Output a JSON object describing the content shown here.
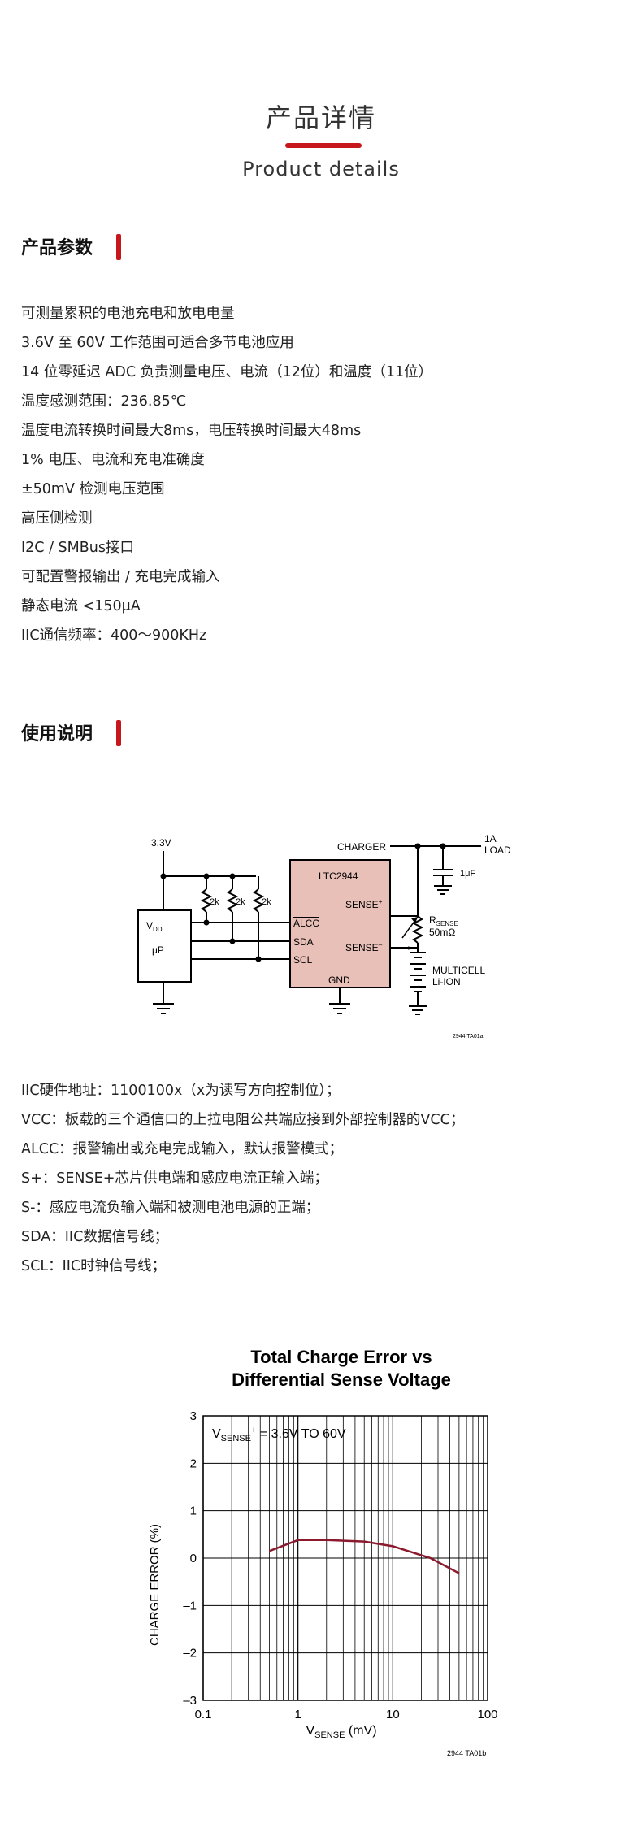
{
  "header": {
    "title_cn": "产品详情",
    "title_en": "Product details"
  },
  "params": {
    "heading": "产品参数",
    "lines": [
      "可测量累积的电池充电和放电电量",
      "3.6V 至 60V 工作范围可适合多节电池应用",
      "14 位零延迟 ADC 负责测量电压、电流（12位）和温度（11位）",
      "温度感测范围：236.85℃",
      "温度电流转换时间最大8ms，电压转换时间最大48ms",
      "1% 电压、电流和充电准确度",
      "±50mV 检测电压范围",
      "高压侧检测",
      "I2C / SMBus接口",
      "可配置警报输出 / 充电完成输入",
      "静态电流 <150μA",
      "IIC通信频率：400～900KHz"
    ]
  },
  "usage": {
    "heading": "使用说明",
    "lines": [
      "IIC硬件地址：1100100x（x为读写方向控制位）；",
      "VCC：板载的三个通信口的上拉电阻公共端应接到外部控制器的VCC；",
      "ALCC：报警输出或充电完成输入，默认报警模式；",
      "S+：SENSE+芯片供电端和感应电流正输入端；",
      "S-：感应电流负输入端和被测电池电源的正端；",
      "SDA：IIC数据信号线；",
      "SCL：IIC时钟信号线；"
    ]
  },
  "circuit": {
    "v33": "3.3V",
    "vdd_main": "V",
    "vdd_sub": "DD",
    "up": "μP",
    "r1": "2k",
    "r2": "2k",
    "r3": "2k",
    "chip": "LTC2944",
    "pin_alcc": "ALCC",
    "pin_sda": "SDA",
    "pin_scl": "SCL",
    "pin_senseplus": "SENSE",
    "pin_senseplus_sup": "+",
    "pin_senseminus": "SENSE",
    "pin_senseminus_sup": "–",
    "pin_gnd": "GND",
    "charger": "CHARGER",
    "load_1": "1A",
    "load_2": "LOAD",
    "cap": "1μF",
    "rsense_main": "R",
    "rsense_sub": "SENSE",
    "rsense_val": "50mΩ",
    "battery_1": "MULTICELL",
    "battery_2": "Li-ION",
    "plus": "+",
    "fig_id": "2944 TA01a"
  },
  "chart_data": {
    "type": "line",
    "title_line1": "Total Charge Error vs",
    "title_line2": "Differential Sense Voltage",
    "xlabel_main": "V",
    "xlabel_sub": "SENSE",
    "xlabel_unit": " (mV)",
    "ylabel": "CHARGE ERROR (%)",
    "annotation_main": "V",
    "annotation_sub": "SENSE",
    "annotation_sup": "+",
    "annotation_rest": " = 3.6V TO 60V",
    "x_scale": "log",
    "xlim": [
      0.1,
      100
    ],
    "ylim": [
      -3,
      3
    ],
    "x_ticks": [
      0.1,
      1,
      10,
      100
    ],
    "x_tick_labels": [
      "0.1",
      "1",
      "10",
      "100"
    ],
    "y_ticks": [
      -3,
      -2,
      -1,
      0,
      1,
      2,
      3
    ],
    "y_tick_labels": [
      "–3",
      "–2",
      "–1",
      "0",
      "1",
      "2",
      "3"
    ],
    "grid": true,
    "series": [
      {
        "color": "#8b1a2e",
        "x": [
          0.5,
          1,
          2,
          5,
          10,
          25,
          50
        ],
        "y": [
          0.15,
          0.38,
          0.38,
          0.35,
          0.25,
          0.0,
          -0.32
        ]
      }
    ],
    "fig_id": "2944 TA01b"
  }
}
